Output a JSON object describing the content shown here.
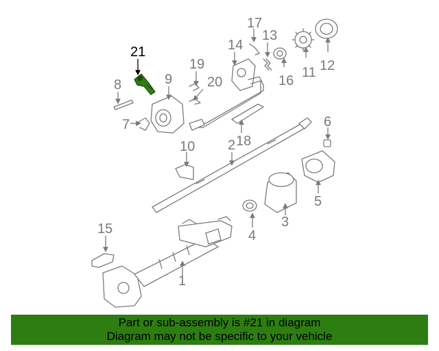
{
  "diagram": {
    "highlighted_part": "21",
    "highlight_color": "#2e7d12",
    "line_color": "#7a7a7a",
    "callouts": [
      "1",
      "2",
      "3",
      "4",
      "5",
      "6",
      "7",
      "8",
      "9",
      "10",
      "11",
      "12",
      "13",
      "14",
      "15",
      "16",
      "17",
      "18",
      "19",
      "20",
      "21"
    ]
  },
  "banner": {
    "line1": "Part or sub-assembly is #21 in diagram",
    "line2": "Diagram may not be specific to your vehicle",
    "background": "#2e7d12"
  }
}
